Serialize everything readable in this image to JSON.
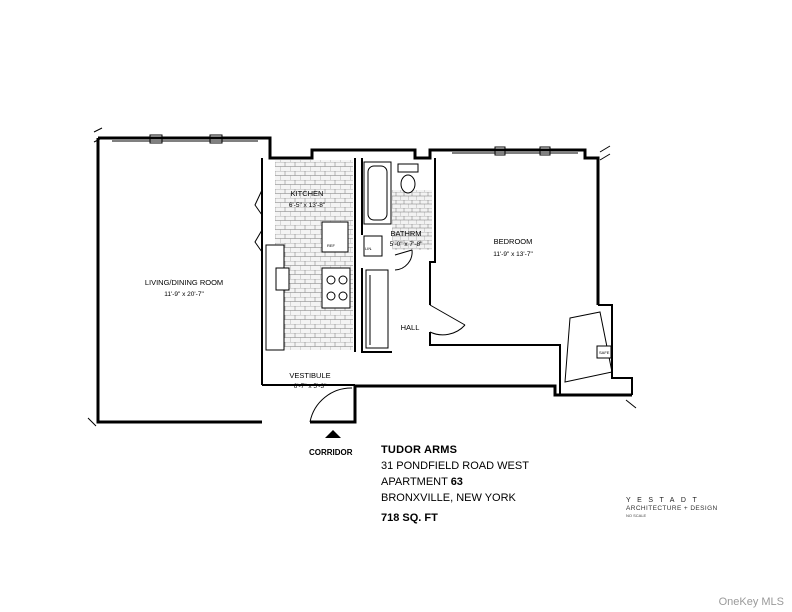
{
  "rooms": {
    "living": {
      "name": "LIVING/DINING ROOM",
      "dims": "11'-9\" x 20'-7\""
    },
    "kitchen": {
      "name": "KITCHEN",
      "dims": "6'-5\" x 13'-8\""
    },
    "bathroom": {
      "name": "BATHRM",
      "dims": "5'-0\" x 7'-8\""
    },
    "bedroom": {
      "name": "BEDROOM",
      "dims": "11'-9\" x 13'-7\""
    },
    "vestibule": {
      "name": "VESTIBULE",
      "dims": "6'-7\" x 5'-3\""
    },
    "hall": {
      "name": "HALL"
    },
    "corridor": {
      "name": "CORRIDOR"
    }
  },
  "fixtures": {
    "ref": "REF",
    "safe": "SAFE",
    "lin": "LIN."
  },
  "building": {
    "name": "TUDOR ARMS",
    "address": "31 PONDFIELD ROAD WEST",
    "apartment_prefix": "APARTMENT",
    "apartment_number": "63",
    "city": "BRONXVILLE, NEW YORK",
    "area": "718 SQ. FT"
  },
  "firm": {
    "name": "YESTADT",
    "tagline": "ARCHITECTURE + DESIGN",
    "scale_note": "NO SCALE"
  },
  "watermark": "OneKey MLS"
}
